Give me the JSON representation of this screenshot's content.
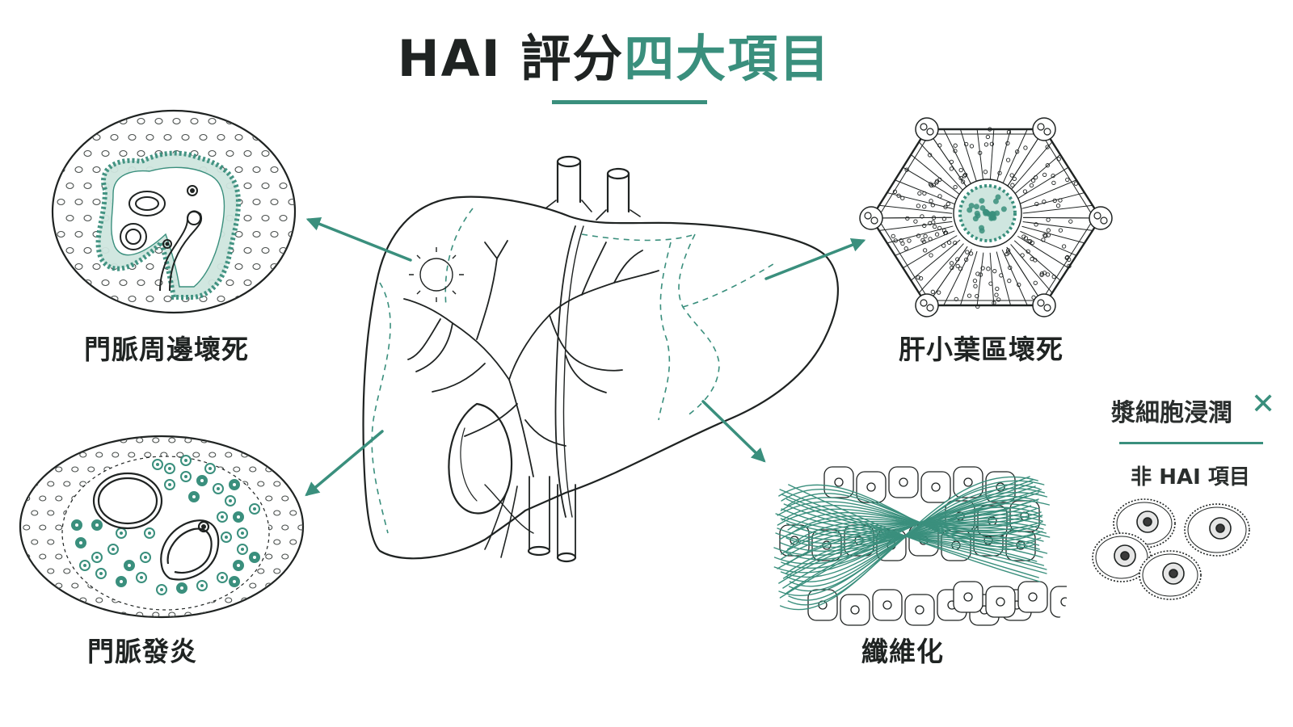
{
  "title": {
    "main": "HAI 評分",
    "accent": "四大項目"
  },
  "labels": {
    "interface_hepatitis": "門脈周邊壞死",
    "lobular_necrosis": "肝小葉區壞死",
    "portal_inflammation": "門脈發炎",
    "fibrosis": "纖維化"
  },
  "excluded": {
    "title": "漿細胞浸潤",
    "mark": "✕",
    "note": "非 HAI 項目"
  },
  "colors": {
    "accent": "#3a8f7d",
    "ink": "#1f2322"
  }
}
